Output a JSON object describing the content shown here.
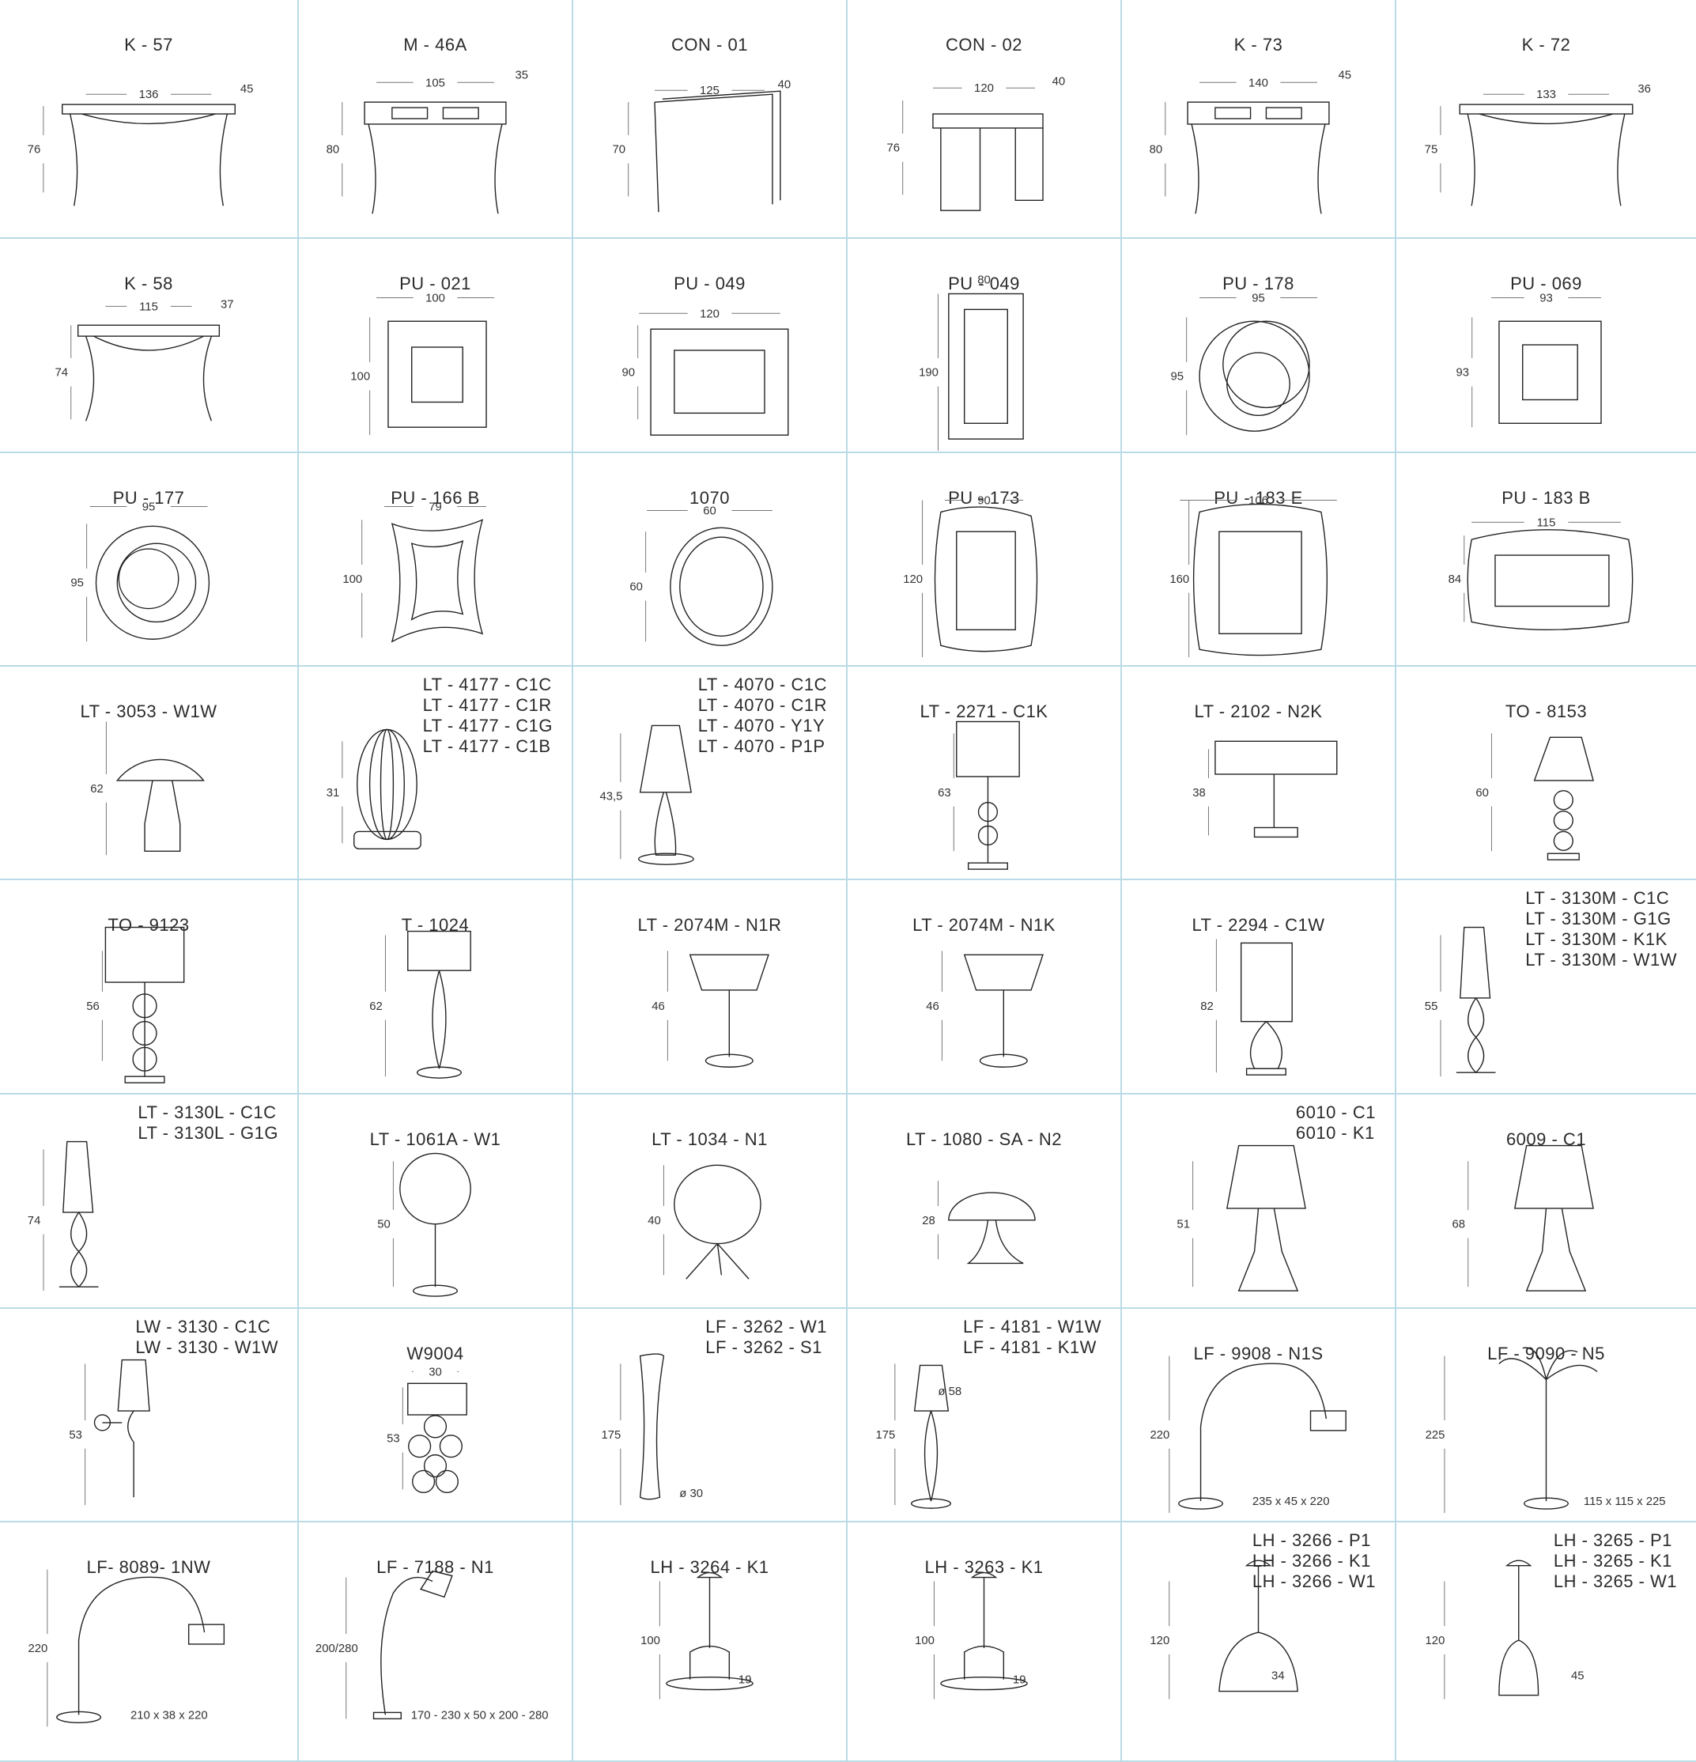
{
  "products": [
    {
      "title": "K - 57",
      "icon": "console-table-icon",
      "dims": [
        "136",
        "45",
        "76"
      ]
    },
    {
      "title": "M - 46A",
      "icon": "console-table-drawers-icon",
      "dims": [
        "105",
        "35",
        "80"
      ]
    },
    {
      "title": "CON - 01",
      "icon": "bent-console-icon",
      "dims": [
        "125",
        "40",
        "70"
      ]
    },
    {
      "title": "CON - 02",
      "icon": "loop-leg-console-icon",
      "dims": [
        "120",
        "40",
        "76"
      ]
    },
    {
      "title": "K - 73",
      "icon": "console-table-drawers-icon",
      "dims": [
        "140",
        "45",
        "80"
      ]
    },
    {
      "title": "K - 72",
      "icon": "console-table-icon",
      "dims": [
        "133",
        "36",
        "75"
      ]
    },
    {
      "title": "K - 58",
      "icon": "carved-console-icon",
      "dims": [
        "115",
        "37",
        "74"
      ]
    },
    {
      "title": "PU - 021",
      "icon": "ornate-square-mirror-icon",
      "dims": [
        "100",
        "100"
      ]
    },
    {
      "title": "PU - 049",
      "icon": "ornate-rect-mirror-icon",
      "dims": [
        "120",
        "90"
      ]
    },
    {
      "title": "PU - 049",
      "icon": "ornate-tall-mirror-icon",
      "dims": [
        "80",
        "190"
      ]
    },
    {
      "title": "PU - 178",
      "icon": "knot-mirror-icon",
      "dims": [
        "95",
        "95"
      ]
    },
    {
      "title": "PU - 069",
      "icon": "sunburst-mirror-icon",
      "dims": [
        "93",
        "93"
      ]
    },
    {
      "title": "PU - 177",
      "icon": "swirl-mirror-icon",
      "dims": [
        "95",
        "95"
      ]
    },
    {
      "title": "PU - 166 B",
      "icon": "curved-mirror-icon",
      "dims": [
        "79",
        "100"
      ]
    },
    {
      "title": "1070",
      "icon": "round-mirror-icon",
      "dims": [
        "60",
        "60"
      ]
    },
    {
      "title": "PU - 173",
      "icon": "wavy-mirror-icon",
      "dims": [
        "90",
        "120"
      ]
    },
    {
      "title": "PU - 183 E",
      "icon": "scroll-mirror-icon",
      "dims": [
        "106",
        "160"
      ]
    },
    {
      "title": "PU - 183 B",
      "icon": "scroll-mirror-wide-icon",
      "dims": [
        "115",
        "84"
      ]
    },
    {
      "title": "LT - 3053 - W1W",
      "icon": "mushroom-lamp-icon",
      "dims": [
        "62"
      ]
    },
    {
      "titles": [
        "LT - 4177 - C1C",
        "LT - 4177 - C1R",
        "LT - 4177 - C1G",
        "LT - 4177 - C1B"
      ],
      "icon": "rib-lamp-icon",
      "dims": [
        "31"
      ]
    },
    {
      "titles": [
        "LT - 4070 - C1C",
        "LT - 4070 - C1R",
        "LT - 4070 - Y1Y",
        "LT - 4070 - P1P"
      ],
      "icon": "glass-lamp-icon",
      "dims": [
        "43,5"
      ]
    },
    {
      "title": "LT - 2271 - C1K",
      "icon": "drum-lamp-icon",
      "dims": [
        "63"
      ]
    },
    {
      "title": "LT - 2102 - N2K",
      "icon": "wide-shade-lamp-icon",
      "dims": [
        "38"
      ]
    },
    {
      "title": "TO - 8153",
      "icon": "cone-lamp-icon",
      "dims": [
        "60"
      ]
    },
    {
      "title": "TO - 9123",
      "icon": "ball-stack-lamp-icon",
      "dims": [
        "56"
      ]
    },
    {
      "title": "T - 1024",
      "icon": "crystal-lamp-icon",
      "dims": [
        "62"
      ]
    },
    {
      "title": "LT - 2074M - N1R",
      "icon": "tapered-lamp-icon",
      "dims": [
        "46"
      ]
    },
    {
      "title": "LT - 2074M - N1K",
      "icon": "tapered-lamp-icon",
      "dims": [
        "46"
      ]
    },
    {
      "title": "LT - 2294 - C1W",
      "icon": "urn-lamp-icon",
      "dims": [
        "82"
      ]
    },
    {
      "titles": [
        "LT - 3130M - C1C",
        "LT - 3130M - G1G",
        "LT - 3130M - K1K",
        "LT - 3130M - W1W"
      ],
      "icon": "tall-shade-lamp-icon",
      "dims": [
        "55"
      ]
    },
    {
      "titles": [
        "LT - 3130L - C1C",
        "LT - 3130L - G1G"
      ],
      "icon": "tall-shade-lamp-icon",
      "dims": [
        "74"
      ]
    },
    {
      "title": "LT - 1061A - W1",
      "icon": "globe-lamp-icon",
      "dims": [
        "50"
      ]
    },
    {
      "title": "LT - 1034 - N1",
      "icon": "tripod-globe-lamp-icon",
      "dims": [
        "40"
      ]
    },
    {
      "title": "LT - 1080 - SA - N2",
      "icon": "mushroom-small-lamp-icon",
      "dims": [
        "28"
      ]
    },
    {
      "titles": [
        "6010 - C1",
        "6010 - K1"
      ],
      "icon": "ghost-lamp-icon",
      "dims": [
        "51"
      ]
    },
    {
      "title": "6009 - C1",
      "icon": "ghost-lamp-icon",
      "dims": [
        "68"
      ]
    },
    {
      "titles": [
        "LW - 3130 - C1C",
        "LW - 3130 - W1W"
      ],
      "icon": "wall-lamp-icon",
      "dims": [
        "53"
      ]
    },
    {
      "title": "W9004",
      "icon": "crystal-wall-lamp-icon",
      "dims": [
        "30",
        "53"
      ]
    },
    {
      "titles": [
        "LF - 3262 - W1",
        "LF - 3262 - S1"
      ],
      "icon": "hourglass-floor-lamp-icon",
      "dims": [
        "175",
        "ø 30"
      ]
    },
    {
      "titles": [
        "LF - 4181 - W1W",
        "LF - 4181 - K1W"
      ],
      "icon": "floor-lamp-icon",
      "dims": [
        "175",
        "ø 58"
      ]
    },
    {
      "title": "LF - 9908 - N1S",
      "icon": "arc-floor-lamp-icon",
      "dims": [
        "220",
        "235 x 45 x 220"
      ]
    },
    {
      "title": "LF - 9090 - N5",
      "icon": "multi-arm-floor-lamp-icon",
      "dims": [
        "225",
        "115 x 115 x 225"
      ]
    },
    {
      "title": "LF-  8089-  1NW",
      "icon": "arc-floor-lamp-icon",
      "dims": [
        "220",
        "210 x 38 x 220"
      ]
    },
    {
      "title": "LF - 7188 - N1",
      "icon": "bow-floor-lamp-icon",
      "dims": [
        "200/280",
        "170 - 230 x 50 x 200 - 280"
      ]
    },
    {
      "title": "LH - 3264 - K1",
      "icon": "hat-pendant-icon",
      "dims": [
        "100",
        "19"
      ]
    },
    {
      "title": "LH - 3263 - K1",
      "icon": "hat-pendant-icon",
      "dims": [
        "100",
        "19"
      ]
    },
    {
      "titles": [
        "LH - 3266 - P1",
        "LH - 3266 - K1",
        "LH - 3266 - W1"
      ],
      "icon": "dome-pendant-icon",
      "dims": [
        "120",
        "34"
      ]
    },
    {
      "titles": [
        "LH - 3265 - P1",
        "LH - 3265 - K1",
        "LH - 3265 - W1"
      ],
      "icon": "bell-pendant-icon",
      "dims": [
        "120",
        "45"
      ]
    }
  ]
}
